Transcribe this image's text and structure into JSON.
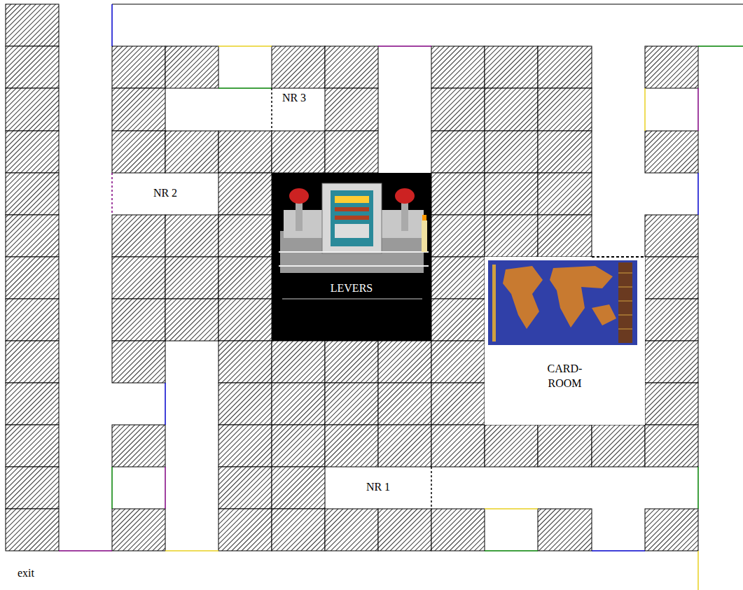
{
  "diagram": {
    "nodes": [
      {
        "text": [
          "LEVERS"
        ]
      },
      {
        "text": [
          "CARD- ROOM"
        ]
      }
    ],
    "labels": [
      "NR 3",
      "NR 2",
      "NR 1",
      "exit"
    ]
  }
}
